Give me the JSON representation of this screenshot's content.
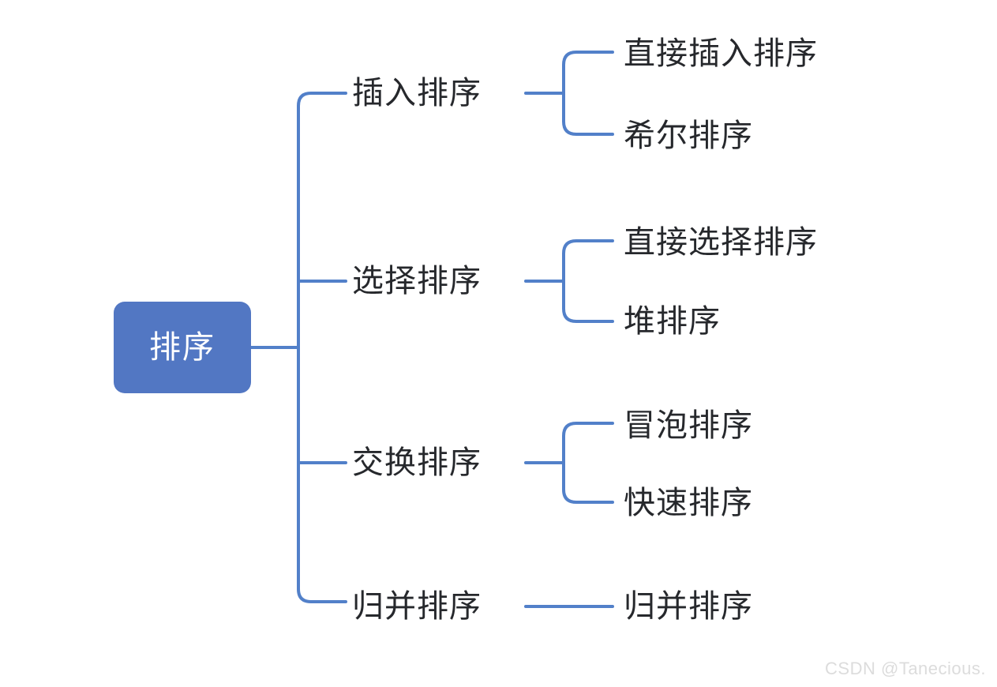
{
  "diagram": {
    "type": "mindmap",
    "title": "排序",
    "background_color": "#ffffff",
    "root": {
      "label": "排序",
      "fill_color": "#5277c3",
      "text_color": "#ffffff"
    },
    "connector_color": "#5280c9",
    "text_color": "#26282c",
    "branches": [
      {
        "label": "插入排序",
        "children": [
          {
            "label": "直接插入排序"
          },
          {
            "label": "希尔排序"
          }
        ]
      },
      {
        "label": "选择排序",
        "children": [
          {
            "label": "直接选择排序"
          },
          {
            "label": "堆排序"
          }
        ]
      },
      {
        "label": "交换排序",
        "children": [
          {
            "label": "冒泡排序"
          },
          {
            "label": "快速排序"
          }
        ]
      },
      {
        "label": "归并排序",
        "children": [
          {
            "label": "归并排序"
          }
        ]
      }
    ]
  },
  "watermark": {
    "text": "CSDN @Tanecious.",
    "color": "#dcdcdc"
  }
}
